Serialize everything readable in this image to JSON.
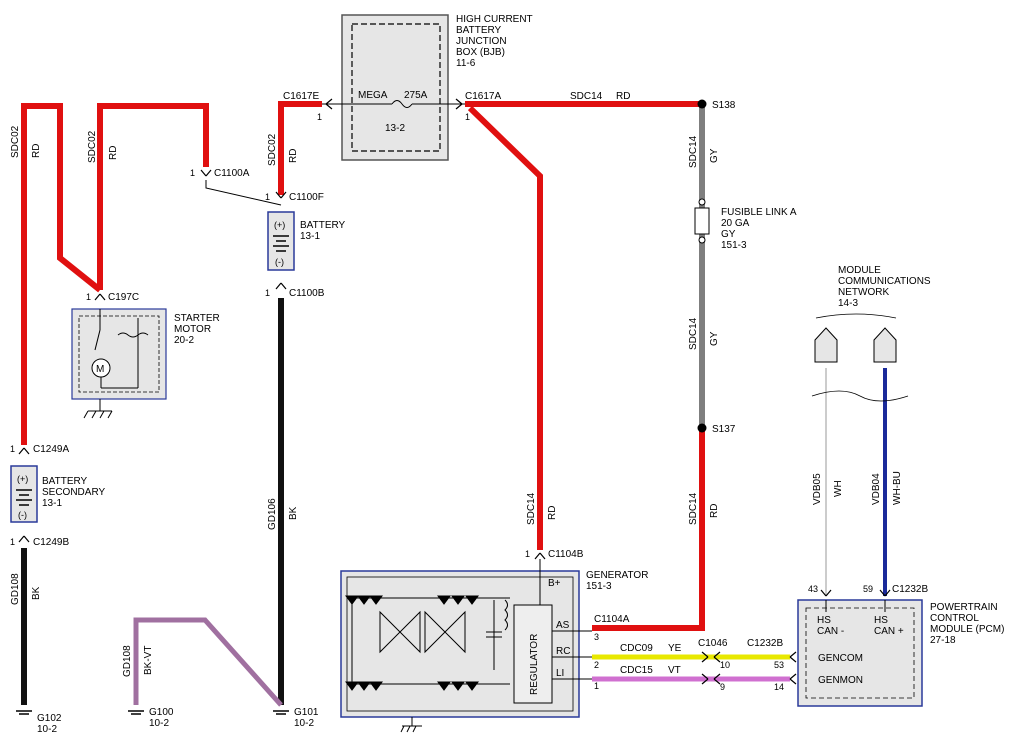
{
  "colors": {
    "rd": "#e01010",
    "bk": "#111111",
    "gy": "#7f7f7f",
    "ye": "#e8e800",
    "vt": "#d070d0",
    "wh": "#bbbbbb",
    "wh_bu": "#1a2a9a",
    "bk_vt": "#a070a0",
    "component_fill": "#e6e6e6"
  },
  "components": {
    "bjb": {
      "t1": "HIGH CURRENT",
      "t2": "BATTERY",
      "t3": "JUNCTION",
      "t4": "BOX (BJB)",
      "ref": "11-6",
      "mega": "MEGA",
      "amp": "275A",
      "num": "13-2"
    },
    "battery": {
      "name": "BATTERY",
      "ref": "13-1"
    },
    "battery_secondary": {
      "name": "BATTERY",
      "name2": "SECONDARY",
      "ref": "13-1"
    },
    "starter": {
      "name": "STARTER",
      "name2": "MOTOR",
      "ref": "20-2"
    },
    "fusible_link": {
      "name": "FUSIBLE LINK A",
      "size": "20 GA",
      "color": "GY",
      "ref": "151-3"
    },
    "network": {
      "t1": "MODULE",
      "t2": "COMMUNICATIONS",
      "t3": "NETWORK",
      "ref": "14-3"
    },
    "generator": {
      "name": "GENERATOR",
      "ref": "151-3",
      "regulator": "REGULATOR",
      "bplus": "B+",
      "as": "AS",
      "rc": "RC",
      "li": "LI"
    },
    "pcm": {
      "t1": "POWERTRAIN",
      "t2": "CONTROL",
      "t3": "MODULE (PCM)",
      "ref": "27-18",
      "hs": "HS",
      "can_minus": "CAN -",
      "can_plus": "CAN +",
      "gencom": "GENCOM",
      "genmon": "GENMON"
    }
  },
  "connectors": {
    "c1617e": "C1617E",
    "c1617a": "C1617A",
    "s138": "S138",
    "s137": "S137",
    "c1100a": "C1100A",
    "c1100f": "C1100F",
    "c1100b": "C1100B",
    "c197c": "C197C",
    "c1249a": "C1249A",
    "c1249b": "C1249B",
    "c1104b": "C1104B",
    "c1104a": "C1104A",
    "c1046": "C1046",
    "c1232b_top": "C1232B",
    "c1232b": "C1232B",
    "g102": "G102",
    "g102_ref": "10-2",
    "g100": "G100",
    "g100_ref": "10-2",
    "g101": "G101",
    "g101_ref": "10-2"
  },
  "pins": {
    "one": "1",
    "two": "2",
    "three": "3",
    "nine": "9",
    "ten": "10",
    "fourteen": "14",
    "fortythree": "43",
    "fiftynine": "59",
    "fiftythree": "53"
  },
  "wires": {
    "sdc02": "SDC02",
    "rd": "RD",
    "sdc14": "SDC14",
    "gy": "GY",
    "gd106": "GD106",
    "bk": "BK",
    "gd108": "GD108",
    "bkvt": "BK-VT",
    "cdc09": "CDC09",
    "ye": "YE",
    "cdc15": "CDC15",
    "vt": "VT",
    "vdb05": "VDB05",
    "wh": "WH",
    "vdb04": "VDB04",
    "whbu": "WH-BU"
  },
  "symbols": {
    "plus": "(+)",
    "minus": "(-)"
  }
}
